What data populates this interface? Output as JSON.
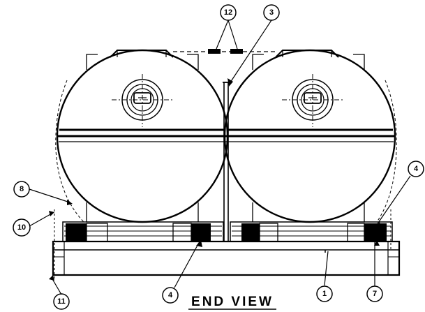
{
  "title": "END VIEW",
  "callouts": {
    "c1": "1",
    "c3": "3",
    "c4a": "4",
    "c4b": "4",
    "c7": "7",
    "c8": "8",
    "c10": "10",
    "c11": "11",
    "c12": "12"
  }
}
